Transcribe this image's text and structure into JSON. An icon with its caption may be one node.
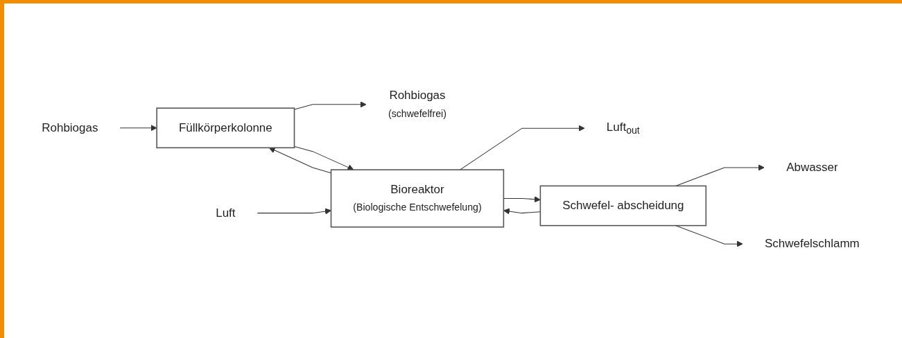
{
  "diagram": {
    "nodes": [
      {
        "text": [
          "Rohbiogas"
        ]
      },
      {
        "text": [
          "Füllkörperkolonne"
        ]
      },
      {
        "text": [
          "Rohbiogas",
          "(schwefelfrei)"
        ]
      },
      {
        "text": [
          "Luft"
        ]
      },
      {
        "text": [
          "Bioreaktor",
          "(Biologische Entschwefelung)"
        ]
      },
      {
        "text": [
          "Luft$_{out}$"
        ]
      },
      {
        "text": [
          "Schwefel- abscheidung"
        ]
      },
      {
        "text": [
          "Abwasser"
        ]
      },
      {
        "text": [
          "Schwefelschlamm"
        ]
      }
    ],
    "edges": [
      {
        "from": 0,
        "to": 1,
        "arrow": "to"
      },
      {
        "from": 1,
        "to": 2,
        "arrow": "to"
      },
      {
        "from": 4,
        "to": 1,
        "arrow": "to"
      },
      {
        "from": 1,
        "to": 4,
        "arrow": "to"
      },
      {
        "from": 3,
        "to": 4,
        "arrow": "to"
      },
      {
        "from": 4,
        "to": 5,
        "arrow": "to"
      },
      {
        "from": 4,
        "to": 6,
        "arrow": "to"
      },
      {
        "from": 6,
        "to": 4,
        "arrow": "to"
      },
      {
        "from": 6,
        "to": 7,
        "arrow": "to"
      },
      {
        "from": 6,
        "to": 8,
        "arrow": "to"
      }
    ]
  }
}
